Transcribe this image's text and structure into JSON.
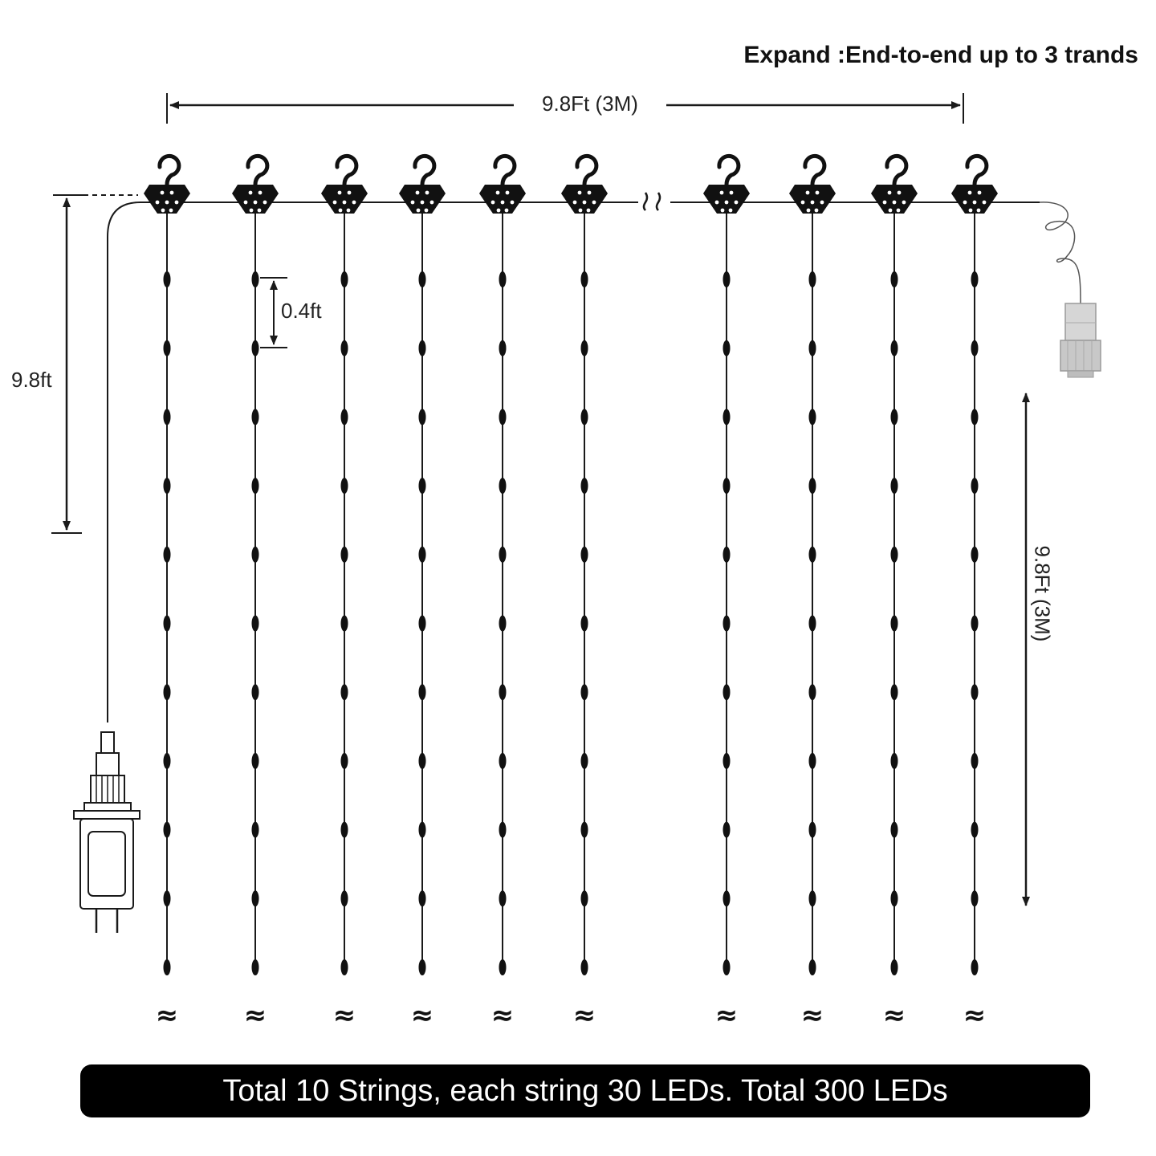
{
  "expand_note": "Expand :End-to-end up to 3 trands",
  "dimensions": {
    "width_label": "9.8Ft (3M)",
    "spacing_label": "0.4ft",
    "lead_label": "9.8ft",
    "height_label": "9.8Ft (3M)"
  },
  "total_banner": "Total 10 Strings, each string 30 LEDs. Total 300 LEDs",
  "diagram": {
    "strings_shown": 10,
    "leds_shown_per_string": 11,
    "continuation_symbol": "≈",
    "icons": [
      "hook-clip-icon",
      "led-bulb-icon",
      "plug-adapter-icon",
      "end-connector-icon",
      "break-symbol-icon"
    ]
  },
  "colors": {
    "line": "#1a1a1a",
    "banner": "#000000",
    "banner_text": "#ffffff",
    "connector": "#cfcfcf"
  }
}
